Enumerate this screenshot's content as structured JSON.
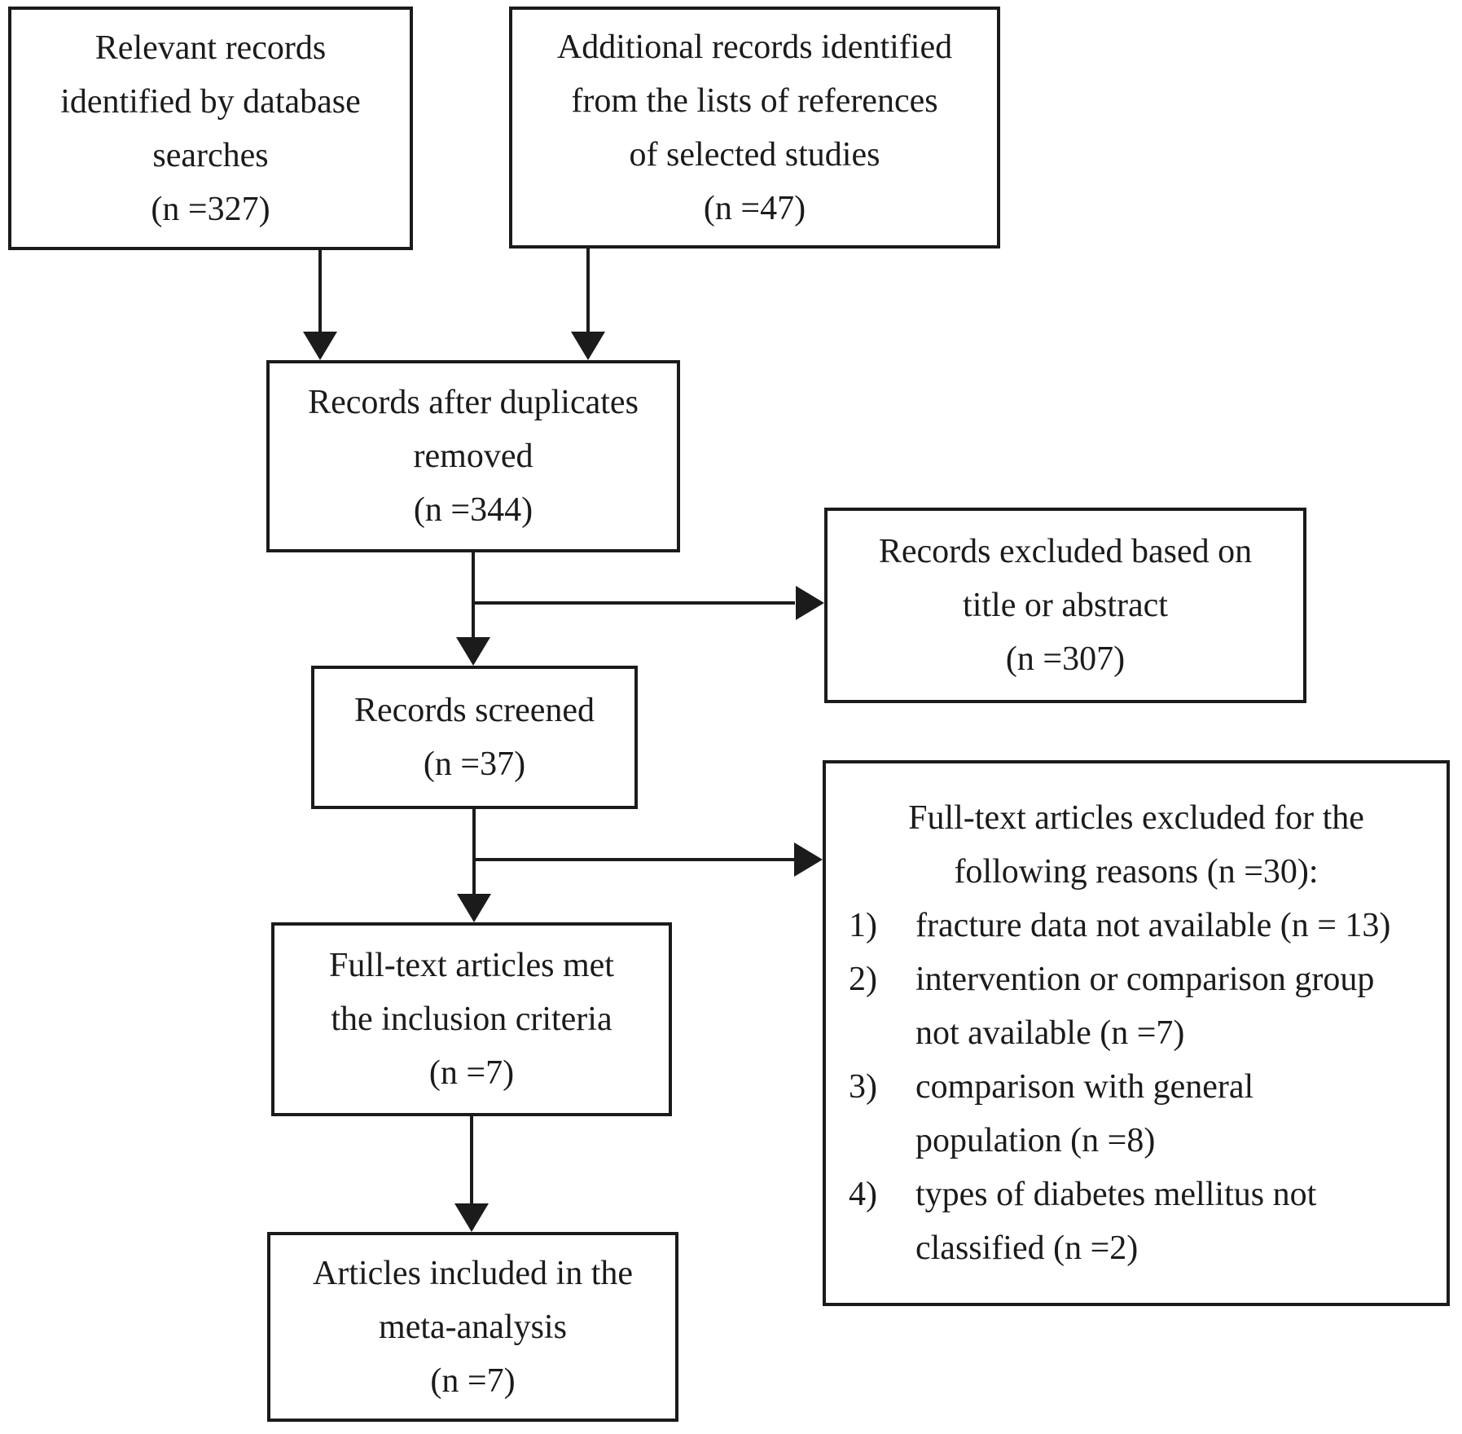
{
  "figure": {
    "type": "prisma-flow-diagram",
    "background_color": "#ffffff",
    "line_color": "#1b1b1b",
    "boxes": {
      "database": {
        "lines": [
          "Relevant records",
          "identified by database",
          "searches",
          "(n =327)"
        ]
      },
      "references": {
        "lines": [
          "Additional records identified",
          "from the lists of references",
          "of selected studies",
          "(n =47)"
        ]
      },
      "duplicates": {
        "lines": [
          "Records after duplicates",
          "removed",
          "(n =344)"
        ]
      },
      "excluded_title": {
        "lines": [
          "Records excluded based on",
          "title or abstract",
          "(n =307)"
        ]
      },
      "screened": {
        "lines": [
          "Records screened",
          "(n =37)"
        ]
      },
      "excluded_fulltext": {
        "header_lines": [
          "Full-text articles excluded for the",
          "following reasons (n =30):"
        ],
        "items": [
          {
            "num": "1)",
            "lines": [
              "fracture data not available (n = 13)",
              ""
            ]
          },
          {
            "num": "2)",
            "lines": [
              "intervention or comparison group",
              "not available (n =7)"
            ]
          },
          {
            "num": "3)",
            "lines": [
              "comparison with general",
              "population (n =8)"
            ]
          },
          {
            "num": "4)",
            "lines": [
              "types of diabetes mellitus not",
              "classified (n =2)"
            ]
          }
        ]
      },
      "inclusion": {
        "lines": [
          "Full-text articles met",
          "the inclusion criteria",
          "(n =7)"
        ]
      },
      "meta_analysis": {
        "lines": [
          "Articles included in the",
          "meta-analysis",
          "(n =7)"
        ]
      }
    }
  }
}
